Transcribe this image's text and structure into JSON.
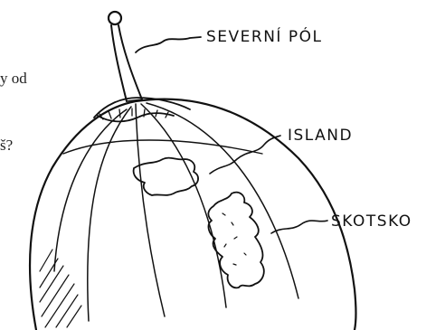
{
  "text_fragments": {
    "line_1": "y od",
    "line_2": "š?"
  },
  "labels": {
    "north_pole": "SEVERNÍ PÓL",
    "iceland": "ISLAND",
    "scotland": "SKOTSKO"
  },
  "colors": {
    "ink": "#111111",
    "background": "#ffffff",
    "text": "#222222"
  }
}
